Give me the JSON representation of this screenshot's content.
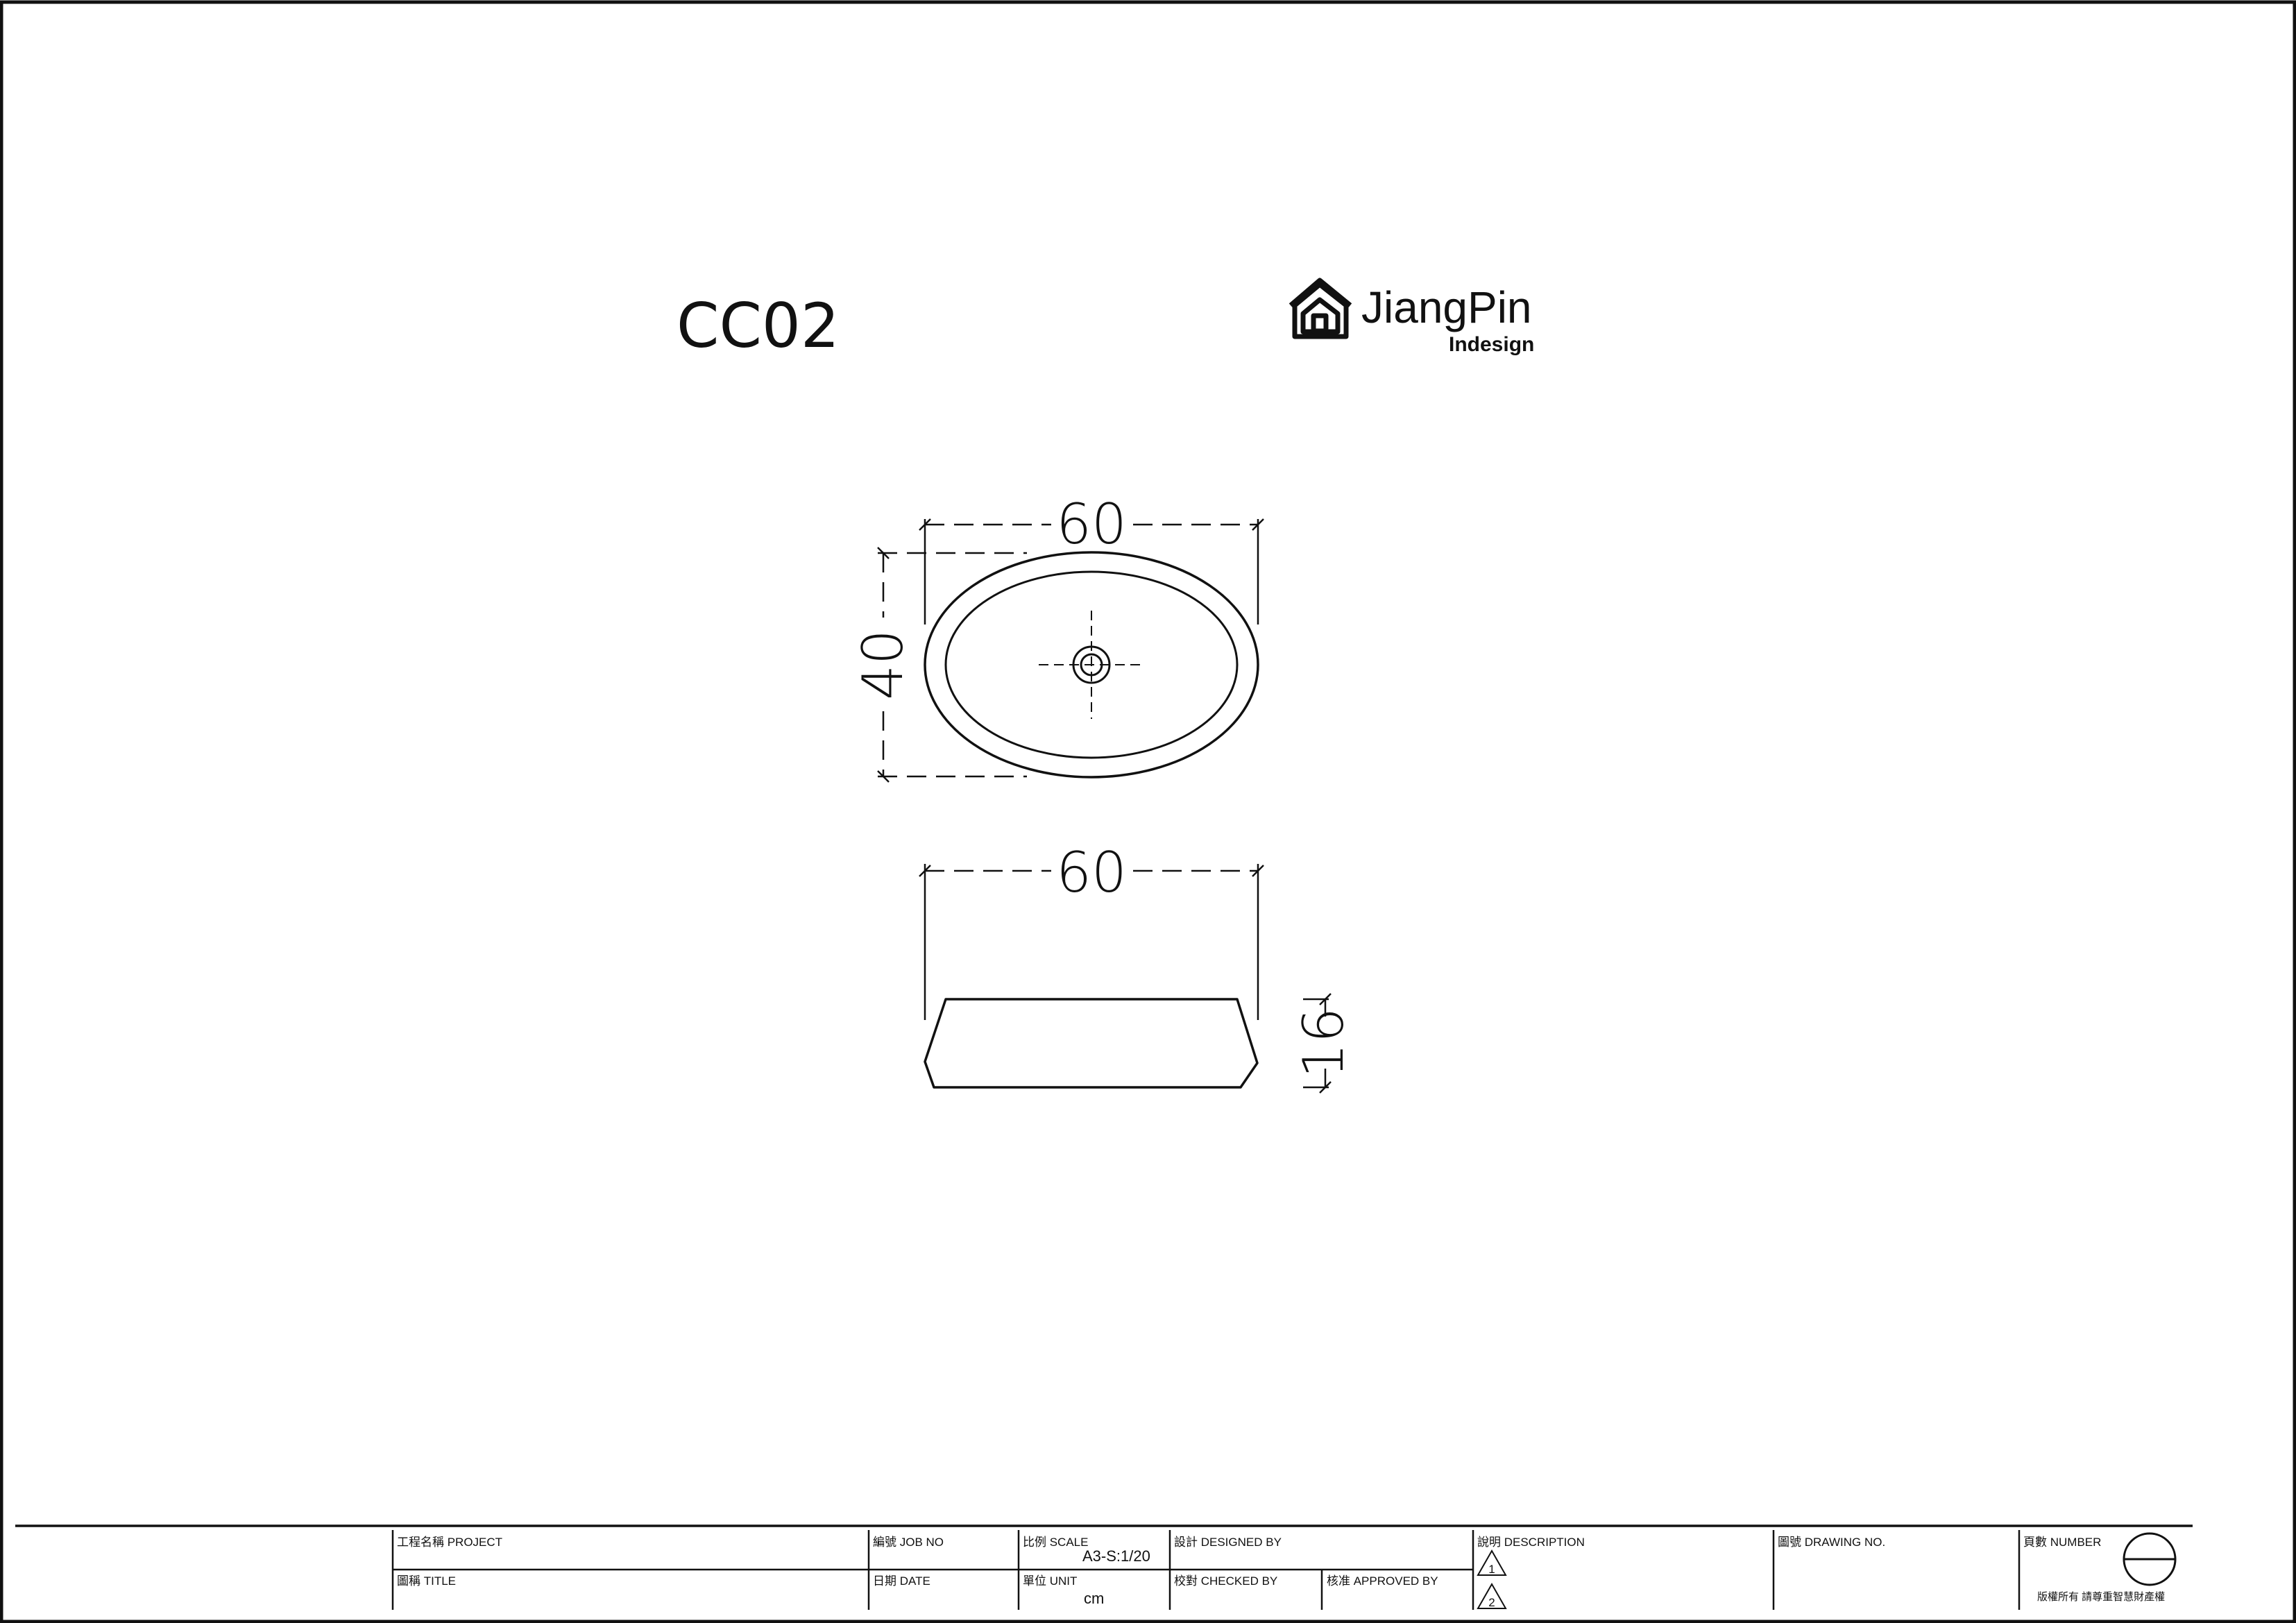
{
  "drawing": {
    "model": "CC02",
    "logo": {
      "name": "JiangPin",
      "tagline": "Indesign"
    },
    "top_view": {
      "width": "60",
      "depth": "40"
    },
    "side_view": {
      "width": "60",
      "height": "16"
    }
  },
  "title_block": {
    "project_label": "工程名稱 PROJECT",
    "title_label": "圖稱 TITLE",
    "job_no_label": "編號 JOB NO",
    "date_label": "日期 DATE",
    "scale_label": "比例 SCALE",
    "scale_value": "A3-S:1/20",
    "unit_label": "單位 UNIT",
    "unit_value": "cm",
    "designed_by_label": "設計 DESIGNED BY",
    "checked_by_label": "校對 CHECKED BY",
    "approved_by_label": "核准 APPROVED BY",
    "description_label": "說明 DESCRIPTION",
    "revision_1": "1",
    "revision_2": "2",
    "drawing_no_label": "圖號 DRAWING NO.",
    "page_number_label": "頁數 NUMBER",
    "copyright": "版權所有 請尊重智慧財產權"
  }
}
